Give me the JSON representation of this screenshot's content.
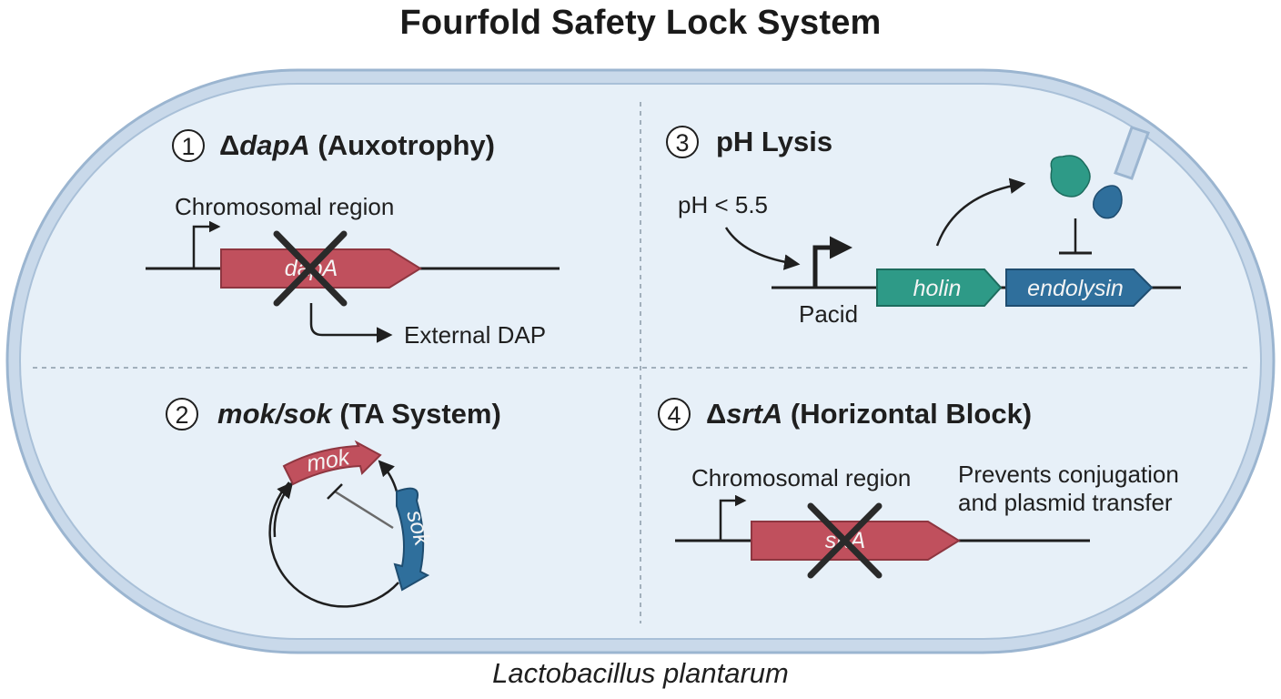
{
  "title": "Fourfold Safety Lock System",
  "organism": "Lactobacillus plantarum",
  "panels": [
    {
      "number": "1",
      "heading_prefix": "Δ",
      "heading_gene": "dapA",
      "heading_suffix": " (Auxotrophy)",
      "region_label": "Chromosomal region",
      "gene_label": "dapA",
      "output_label": "External DAP"
    },
    {
      "number": "2",
      "heading_gene": "mok/sok",
      "heading_suffix": " (TA System)",
      "toxin_label": "mok",
      "antitoxin_label": "sok"
    },
    {
      "number": "3",
      "heading_text": "pH Lysis",
      "trigger_label": "pH < 5.5",
      "promoter_label": "Pacid",
      "gene1_label": "holin",
      "gene2_label": "endolysin"
    },
    {
      "number": "4",
      "heading_prefix": "Δ",
      "heading_gene": "srtA",
      "heading_suffix": " (Horizontal Block)",
      "region_label": "Chromosomal region",
      "gene_label": "srtA",
      "note_line1": "Prevents conjugation",
      "note_line2": "and plasmid transfer"
    }
  ],
  "colors": {
    "cell_fill": "#e7f0f8",
    "cell_border": "#9bb5d0",
    "red_gene": "#c0505d",
    "teal_gene": "#2e9a87",
    "blue_gene": "#2f6f9c",
    "cross": "#2a2a2a"
  }
}
